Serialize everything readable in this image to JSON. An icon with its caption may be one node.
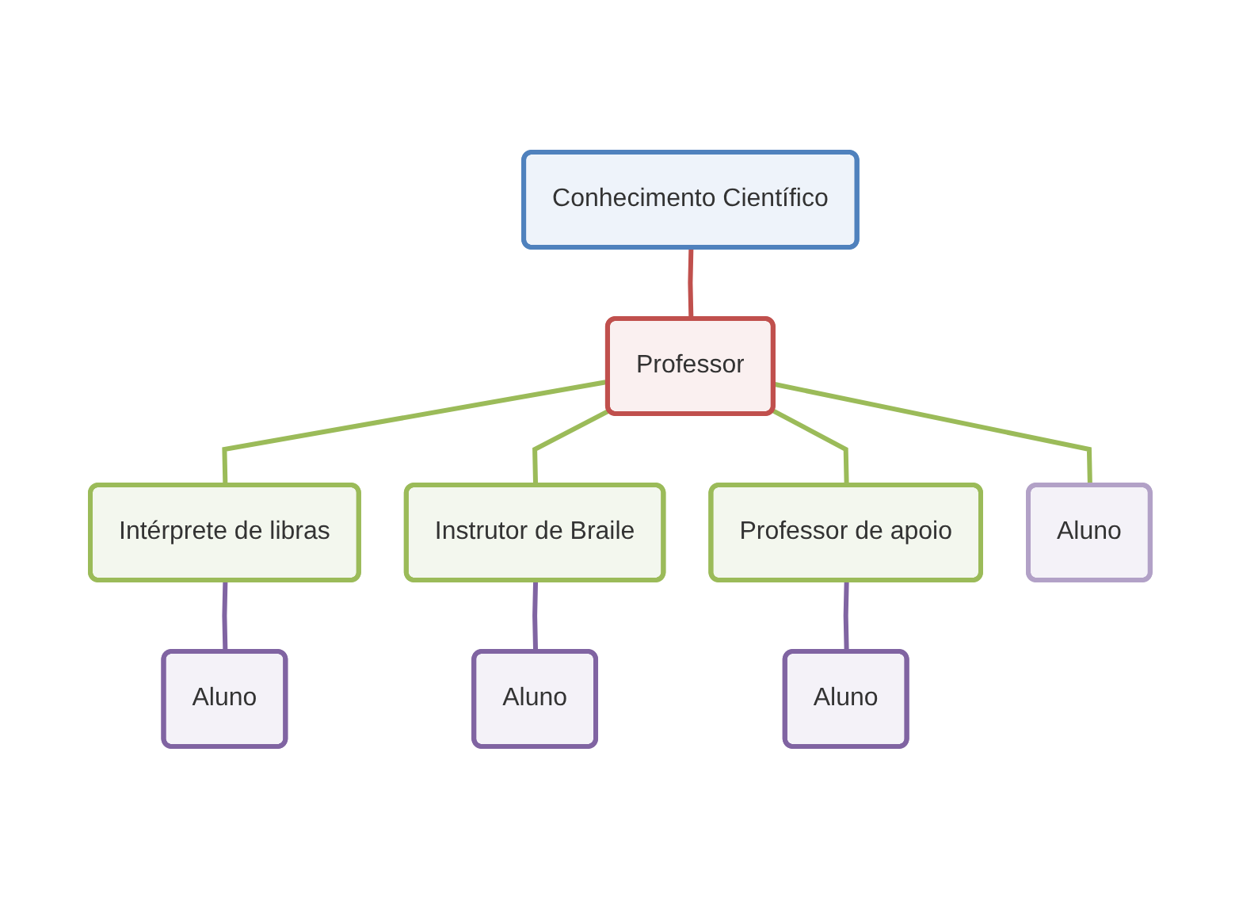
{
  "diagram": {
    "nodes": [
      {
        "text": [
          "Conhecimento Científico"
        ]
      },
      {
        "text": [
          "Professor"
        ]
      },
      {
        "text": [
          "Intérprete de libras"
        ]
      },
      {
        "text": [
          "Instrutor de Braile"
        ]
      },
      {
        "text": [
          "Professor de apoio"
        ]
      },
      {
        "text": [
          "Aluno"
        ]
      },
      {
        "text": [
          "Aluno"
        ]
      },
      {
        "text": [
          "Aluno"
        ]
      },
      {
        "text": [
          "Aluno"
        ]
      }
    ],
    "edges": [
      {
        "from": 0,
        "to": 1,
        "arrow": "none",
        "color": "#c0504d"
      },
      {
        "from": 1,
        "to": 2,
        "arrow": "none"
      },
      {
        "from": 1,
        "to": 3,
        "arrow": "none"
      },
      {
        "from": 1,
        "to": 4,
        "arrow": "none"
      },
      {
        "from": 1,
        "to": 5,
        "arrow": "none"
      },
      {
        "from": 2,
        "to": 6,
        "arrow": "none",
        "color": "#8064a2"
      },
      {
        "from": 3,
        "to": 7,
        "arrow": "none",
        "color": "#8064a2"
      },
      {
        "from": 4,
        "to": 8,
        "arrow": "none",
        "color": "#8064a2"
      }
    ]
  }
}
